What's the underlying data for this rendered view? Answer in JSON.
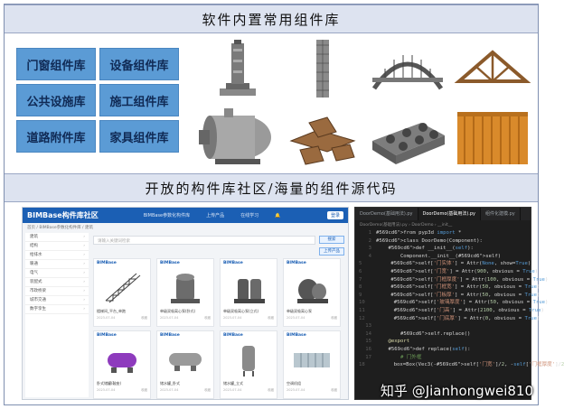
{
  "section1": {
    "title": "软件内置常用组件库"
  },
  "categories": [
    "门窗组件库",
    "设备组件库",
    "公共设施库",
    "施工组件库",
    "道路附件库",
    "家具组件库"
  ],
  "section2": {
    "title": "开放的构件库社区/海量的组件源代码"
  },
  "portal": {
    "brand": "BIMBase构件库社区",
    "nav": [
      "BIMBase参数化构件库",
      "上传产品",
      "在线学习"
    ],
    "login": "登录",
    "breadcrumb": "首页 / BIMBase参数化构件库 / 建筑",
    "search_placeholder": "请输入关键词检索",
    "btn_search": "搜索",
    "btn_upload": "上传产品",
    "sidebar": [
      "建筑",
      "结构",
      "给排水",
      "暖通",
      "电气",
      "装配式",
      "市政桥梁",
      "城市交通",
      "数字孪生"
    ],
    "card_brand": "BIMBase",
    "cards": [
      {
        "name": "楼梯间_平台_单跑",
        "date": "2023-07-04",
        "likes": "收藏"
      },
      {
        "name": "单级双吸离心泵(卧式)",
        "date": "2023-07-04",
        "likes": "收藏"
      },
      {
        "name": "单级双吸离心泵(立式)",
        "date": "2023-07-04",
        "likes": "收藏"
      },
      {
        "name": "单级双吸离心泵",
        "date": "2023-07-04",
        "likes": "收藏"
      },
      {
        "name": "卧式储罐(鞍座)",
        "date": "2023-07-04",
        "likes": "收藏"
      },
      {
        "name": "储水罐_卧式",
        "date": "2023-07-04",
        "likes": "收藏"
      },
      {
        "name": "储水罐_立式",
        "date": "2023-07-04",
        "likes": "收藏"
      },
      {
        "name": "空调机组",
        "date": "2023-07-04",
        "likes": "收藏"
      }
    ]
  },
  "editor": {
    "tabs": [
      "DoorDemo(基础用法).py",
      "DoorDemo(基础用法).py",
      "组件化建模.py"
    ],
    "crumbs": "DoorDemo(基础用法).py › DoorDemo › __init__",
    "lines": [
      "from pyp3d import *",
      "class DoorDemo(Component):",
      "    def __init__(self):",
      "        Component.__init__(self)",
      "        self['门实体'] = Attr(None, show=True)",
      "        self['门宽'] = Attr(900, obvious = True)",
      "        self['门框厚度'] = Attr(100, obvious = True)",
      "        self['门框宽'] = Attr(50, obvious = True)",
      "        self['门板厚'] = Attr(50, obvious = True)",
      "        self['玻璃厚度'] = Attr(50, obvious = True)",
      "        self['门高'] = Attr(2100, obvious = True)",
      "        self['门底厚'] = Attr(0, obvious = True)",
      "",
      "        self.replace()",
      "    @export",
      "    def replace(self):",
      "        # 门外框",
      "        box=Box(Vec3(-self['门宽']/2, -self['门框厚度']/2"
    ]
  },
  "watermark": "知乎 @Jianhongwei810",
  "colors": {
    "band": "#dde3f0",
    "category": "#5b9bd5",
    "portal_header": "#1b5fb4",
    "editor_bg": "#1e1e1e"
  }
}
